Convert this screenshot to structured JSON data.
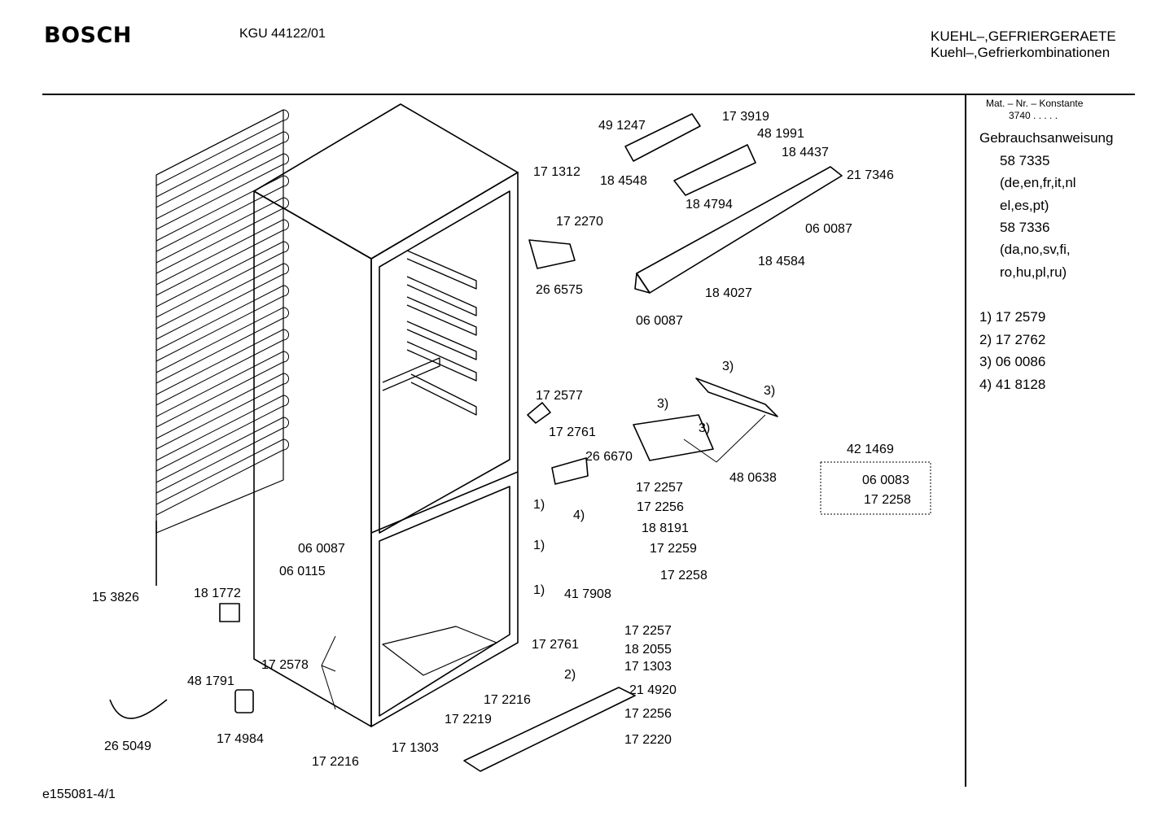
{
  "header": {
    "brand": "BOSCH",
    "model": "KGU 44122/01",
    "category_line1": "KUEHL–,GEFRIERGERAETE",
    "category_line2": "Kuehl–,Gefrierkombinationen"
  },
  "sidebar": {
    "mat_label": "Mat. – Nr. – Konstante",
    "mat_value": "3740  .  .  .  .  .",
    "manual_title": "Gebrauchsanweisung",
    "manual_lines": [
      "58 7335",
      "(de,en,fr,it,nl",
      "el,es,pt)",
      "58 7336",
      "(da,no,sv,fi,",
      "ro,hu,pl,ru)"
    ],
    "notes": [
      "1)  17 2579",
      "2)  17 2762",
      "3)  06 0086",
      "4)  41 8128"
    ]
  },
  "parts": [
    "49 1247",
    "17 3919",
    "48 1991",
    "18 4437",
    "18 4548",
    "21 7346",
    "18 4794",
    "17 1312",
    "17 2270",
    "06 0087",
    "18 4584",
    "26 6575",
    "18 4027",
    "06 0087",
    "3)",
    "3)",
    "3)",
    "3)",
    "17 2577",
    "17 2761",
    "26 6670",
    "48 0638",
    "42 1469",
    "06 0083",
    "17 2258",
    "17 2257",
    "17 2256",
    "1)",
    "4)",
    "18 8191",
    "17 2259",
    "17 2258",
    "1)",
    "06 0087",
    "06 0115",
    "41 7908",
    "1)",
    "15 3826",
    "18 1772",
    "17 2257",
    "18 2055",
    "17 1303",
    "17 2578",
    "17 2761",
    "2)",
    "48 1791",
    "17 2216",
    "21 4920",
    "17 2256",
    "17 2219",
    "17 2220",
    "26 5049",
    "17 4984",
    "17 1303",
    "17 2216"
  ],
  "footer": {
    "code": "e155081-4/1"
  }
}
